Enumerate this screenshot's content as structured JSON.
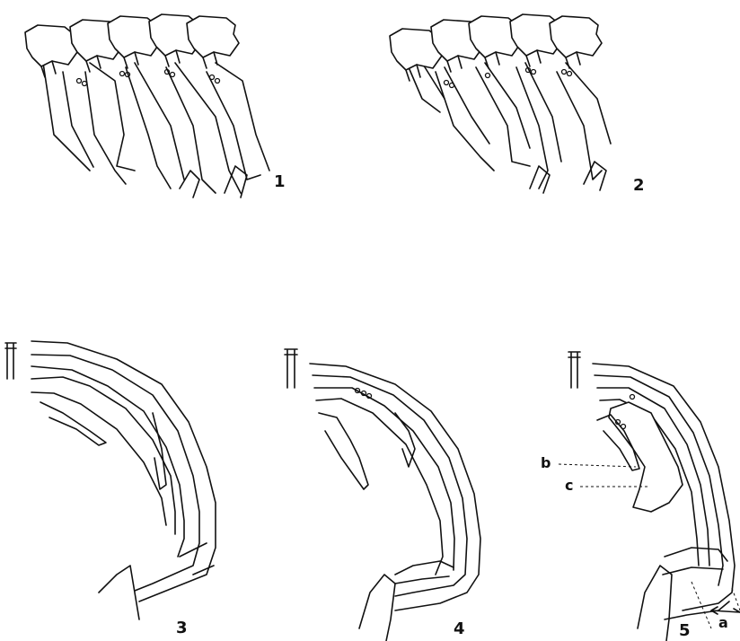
{
  "figures": [
    {
      "label": "1"
    },
    {
      "label": "2"
    },
    {
      "label": "3"
    },
    {
      "label": "4"
    },
    {
      "label": "5"
    }
  ],
  "annotations": {
    "a": "a",
    "b": "b",
    "c": "c"
  }
}
